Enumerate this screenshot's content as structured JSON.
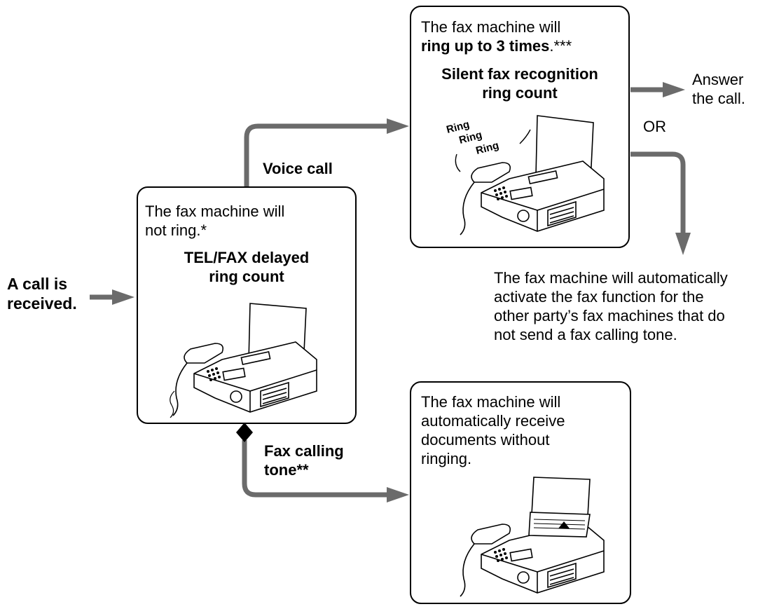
{
  "start": {
    "line1": "A call is",
    "line2": "received."
  },
  "delayed_box": {
    "line1": "The fax machine will",
    "line2": "not ring.*",
    "title_line1": "TEL/FAX delayed",
    "title_line2": "ring count"
  },
  "branches": {
    "voice": "Voice call",
    "fax_line1": "Fax calling",
    "fax_line2": "tone**"
  },
  "silent_box": {
    "line1": "The fax machine will",
    "line2_bold": "ring up to 3 times",
    "line2_rest": ".***",
    "title_line1": "Silent fax recognition",
    "title_line2": "ring count",
    "ring1": "Ring",
    "ring2": "Ring",
    "ring3": "Ring"
  },
  "answer": {
    "line1": "Answer",
    "line2": "the call."
  },
  "or_label": "OR",
  "auto_fax": {
    "line1": "The fax machine will automatically",
    "line2": "activate the fax function for the",
    "line3": "other party’s fax machines that do",
    "line4": "not send a fax calling tone."
  },
  "receive_box": {
    "line1": "The fax machine will",
    "line2": "automatically receive",
    "line3": "documents without",
    "line4": "ringing."
  },
  "colors": {
    "arrow": "#6b6b6b",
    "line": "#000000"
  }
}
